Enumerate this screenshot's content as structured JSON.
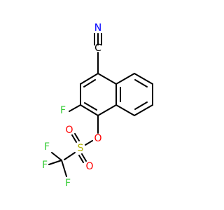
{
  "molecule": {
    "atoms": {
      "nitrile_n": {
        "symbol": "N",
        "color": "#0000ff"
      },
      "nitrile_c": {
        "symbol": "C",
        "color": "#000000"
      },
      "aryl_f": {
        "symbol": "F",
        "color": "#33cc33"
      },
      "ester_o": {
        "symbol": "O",
        "color": "#ff0000"
      },
      "sulfonyl_o1": {
        "symbol": "O",
        "color": "#ff0000"
      },
      "sulfonyl_o2": {
        "symbol": "O",
        "color": "#ff0000"
      },
      "sulfur": {
        "symbol": "S",
        "color": "#b2b200"
      },
      "cf3_f1": {
        "symbol": "F",
        "color": "#33cc33"
      },
      "cf3_f2": {
        "symbol": "F",
        "color": "#33cc33"
      },
      "cf3_f3": {
        "symbol": "F",
        "color": "#33cc33"
      }
    },
    "colors": {
      "bond": "#000000",
      "nitrogen": "#0000ff",
      "oxygen": "#ff0000",
      "sulfur": "#b2b200",
      "fluorine": "#33cc33"
    }
  }
}
